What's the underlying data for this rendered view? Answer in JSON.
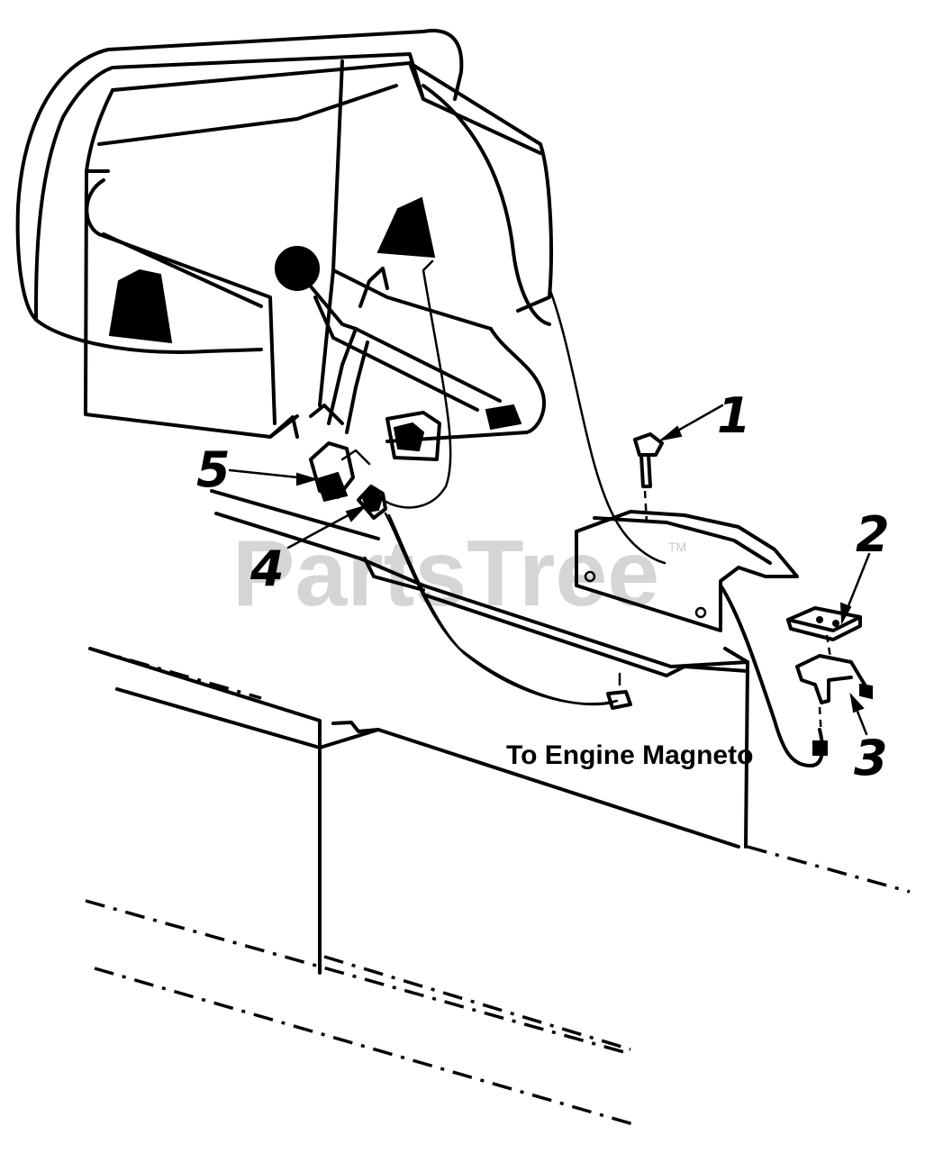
{
  "diagram": {
    "callouts": [
      {
        "id": "1",
        "label": "1"
      },
      {
        "id": "2",
        "label": "2"
      },
      {
        "id": "3",
        "label": "3"
      },
      {
        "id": "4",
        "label": "4"
      },
      {
        "id": "5",
        "label": "5"
      }
    ],
    "note": "To Engine Magneto",
    "watermark": "PartsTree",
    "watermark_tm": "TM"
  }
}
